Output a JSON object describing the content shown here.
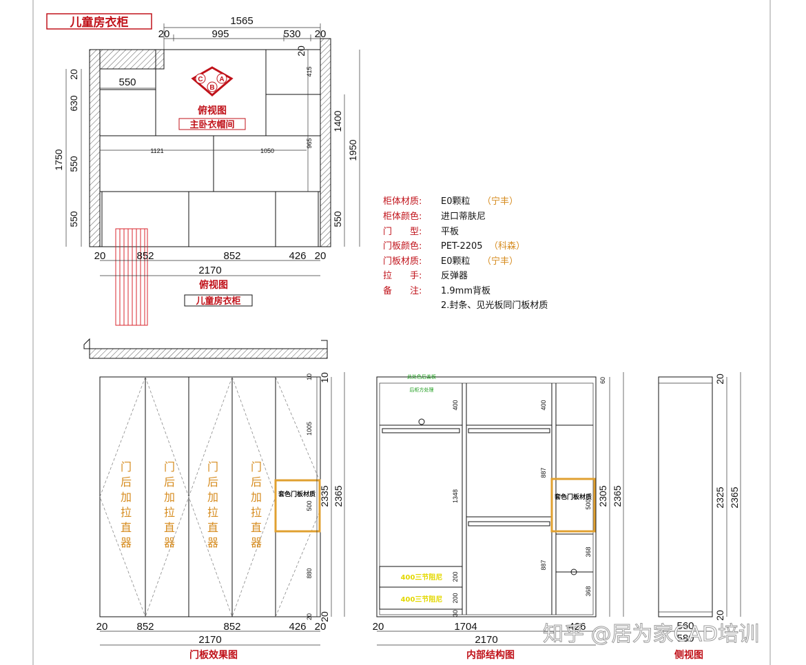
{
  "title_box": "儿童房衣柜",
  "top_view": {
    "overall_width": "1565",
    "top_segments": [
      "20",
      "995",
      "530",
      "20"
    ],
    "left_dims": [
      "20",
      "630",
      "550",
      "550"
    ],
    "left_total": "1750",
    "right_dims": [
      "20",
      "415",
      "965",
      "1400",
      "1950",
      "550"
    ],
    "inner_550": "550",
    "inner_1121": "1121",
    "inner_1050": "1050",
    "bottom_segments": [
      "20",
      "852",
      "852",
      "426",
      "20"
    ],
    "bottom_total": "2170",
    "label": "俯视图",
    "sub_label_inner": "主卧衣帽间",
    "sub_label": "儿童房衣柜",
    "inner_label": "俯视图",
    "compass": [
      "A",
      "B",
      "C"
    ]
  },
  "notes": [
    {
      "key": "柜体材质:",
      "value": "E0颗粒",
      "extra": "（宁丰）"
    },
    {
      "key": "柜体颜色:",
      "value": "进口蒂肤尼",
      "extra": ""
    },
    {
      "key": "门　　型:",
      "value": "平板",
      "extra": ""
    },
    {
      "key": "门板颜色:",
      "value": "PET-2205",
      "extra": "（科森）"
    },
    {
      "key": "门板材质:",
      "value": "E0颗粒",
      "extra": "（宁丰）"
    },
    {
      "key": "拉　　手:",
      "value": "反弹器",
      "extra": ""
    },
    {
      "key": "备　　注:",
      "value": "1.9mm背板",
      "extra": ""
    },
    {
      "key": "",
      "value": "2.封条、见光板同门板材质",
      "extra": ""
    }
  ],
  "door_view": {
    "label": "门板效果图",
    "door_note": "门后加拉直器",
    "box_label": "套色门板材质",
    "right_dims": [
      "10",
      "1005",
      "500",
      "880",
      "20"
    ],
    "heights": [
      "2335",
      "2365"
    ],
    "bottom_segments": [
      "20",
      "852",
      "852",
      "426",
      "20"
    ],
    "bottom_total": "2170"
  },
  "inner_view": {
    "label": "内部结构图",
    "top_green_1": "此处色后盖板",
    "top_green_2": "后柜方处理",
    "dims": [
      "400",
      "400",
      "1348",
      "887",
      "887",
      "500",
      "368",
      "368",
      "200",
      "200",
      "60",
      "30"
    ],
    "drawer_labels": [
      "400三节阻尼",
      "400三节阻尼"
    ],
    "box_label": "套色门板材质",
    "heights": [
      "2305",
      "2365"
    ],
    "bottom_segments": [
      "20",
      "1704",
      "426"
    ],
    "bottom_total": "2170"
  },
  "side_view": {
    "label": "侧视图",
    "heights": [
      "20",
      "2325",
      "2365",
      "20"
    ],
    "bottom": [
      "560",
      "580"
    ]
  },
  "watermark": "知乎 @居为家CAD培训"
}
